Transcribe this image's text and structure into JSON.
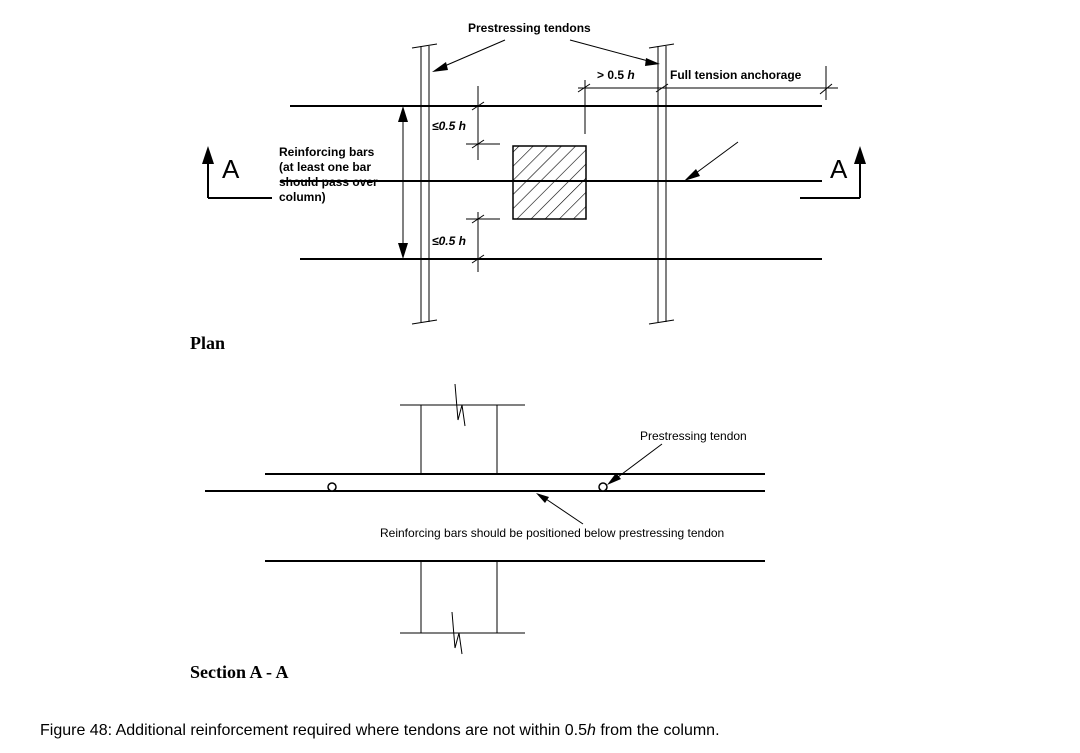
{
  "plan": {
    "label_prestressing_tendons": "Prestressing tendons",
    "dim_gt": "> 0.5 ",
    "dim_gt_var": "h",
    "label_full_anchorage": "Full tension anchorage",
    "dim_le_top": "≤0.5 ",
    "dim_le_top_var": "h",
    "dim_le_bottom": "≤0.5 ",
    "dim_le_bottom_var": "h",
    "reinforcing_lines": [
      "Reinforcing bars",
      "(at least one bar",
      "should pass over",
      "column)"
    ],
    "section_marker_left": "A",
    "section_marker_right": "A",
    "heading": "Plan"
  },
  "section": {
    "label_prestressing_tendon": "Prestressing tendon",
    "label_reinforcing": "Reinforcing bars should be  positioned below prestressing tendon",
    "heading": "Section A - A"
  },
  "caption": {
    "prefix": "Figure 48: Additional reinforcement required where tendons are not within 0.5",
    "var": "h",
    "suffix": " from the column."
  }
}
